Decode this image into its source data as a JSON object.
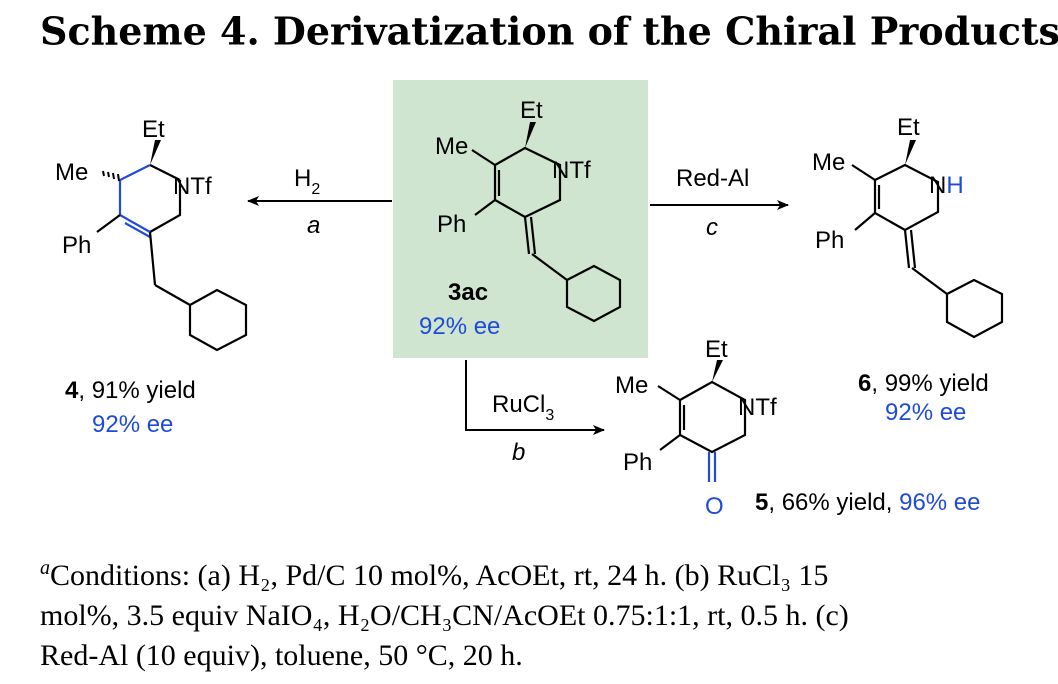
{
  "title": {
    "text": "Scheme 4. Derivatization of the Chiral Products",
    "footnote_mark": "a"
  },
  "colors": {
    "highlight": "#cfe5cf",
    "blue": "#1f4bd8",
    "black": "#000000"
  },
  "center": {
    "compound_id": "3ac",
    "ee": "92% ee",
    "et": "Et",
    "me": "Me",
    "ph": "Ph",
    "ntf": "NTf"
  },
  "product4": {
    "id": "4",
    "yield": ", 91% yield",
    "ee": "92% ee",
    "et": "Et",
    "me": "Me",
    "ph": "Ph",
    "ntf": "NTf"
  },
  "product5": {
    "id": "5",
    "yield": ", 66% yield, ",
    "ee": "96% ee",
    "et": "Et",
    "me": "Me",
    "ph": "Ph",
    "ntf": "NTf",
    "oxygen": "O"
  },
  "product6": {
    "id": "6",
    "yield": ", 99% yield",
    "ee": "92% ee",
    "et": "Et",
    "me": "Me",
    "ph": "Ph",
    "n": "N",
    "h": "H"
  },
  "arrows": {
    "a": {
      "reagent": "H",
      "sub": "2",
      "letter": "a"
    },
    "b": {
      "reagent": "RuCl",
      "sub": "3",
      "letter": "b"
    },
    "c": {
      "reagent": "Red-Al",
      "letter": "c"
    }
  },
  "footnote": {
    "mark": "a",
    "line1": "Conditions: (a) H₂, Pd/C 10 mol%, AcOEt, rt, 24 h. (b) RuCl₃ 15",
    "line2": "mol%, 3.5 equiv NaIO₄, H₂O/CH₃CN/AcOEt 0.75:1:1, rt, 0.5 h. (c)",
    "line3": "Red-Al (10 equiv), toluene, 50 °C, 20 h."
  }
}
